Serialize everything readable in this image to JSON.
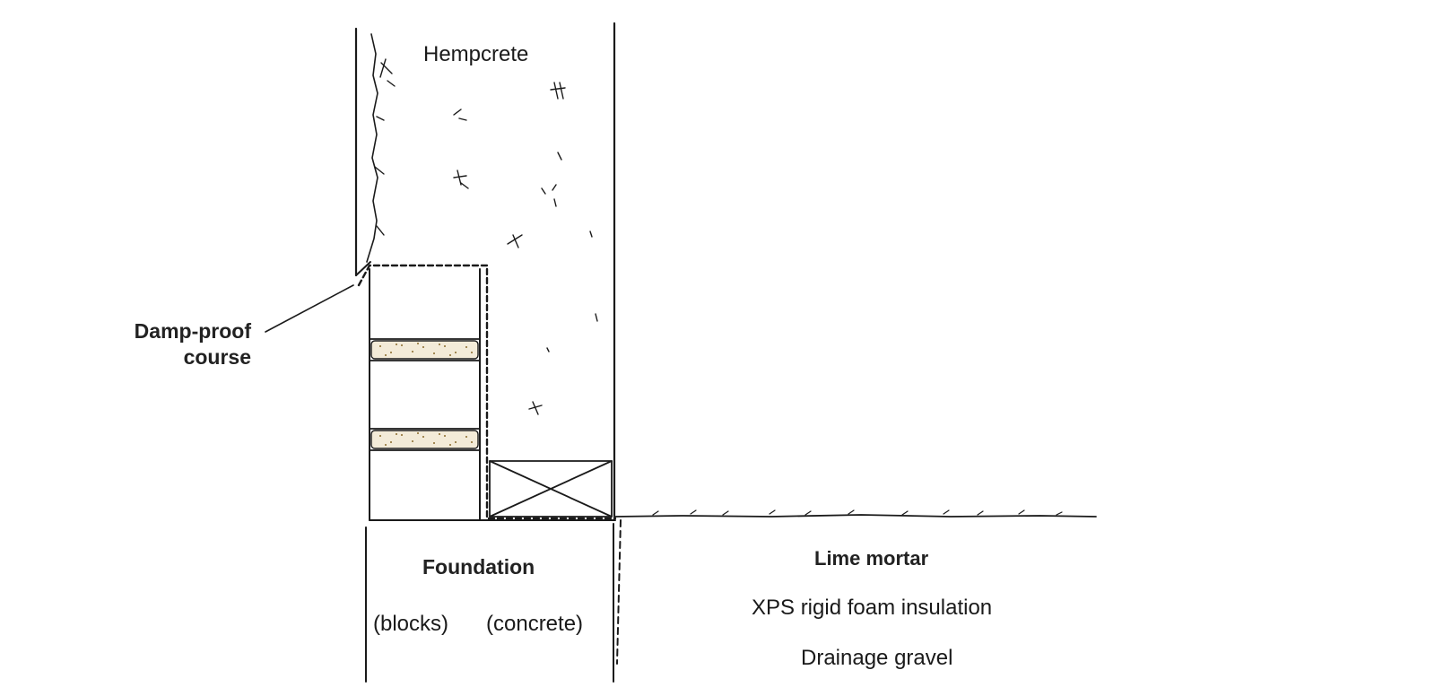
{
  "labels": {
    "hempcrete": "Hempcrete",
    "damp_proof_course_line1": "Damp-proof",
    "damp_proof_course_line2": "course",
    "foundation": "Foundation",
    "blocks": "(blocks)",
    "concrete": "(concrete)",
    "lime_mortar": "Lime mortar",
    "xps": "XPS rigid foam insulation",
    "drainage_gravel": "Drainage gravel"
  },
  "colors": {
    "ink": "#1a1a1a",
    "mortar_fill": "#f3ebd8",
    "mortar_dots": "#8a6a2a"
  }
}
